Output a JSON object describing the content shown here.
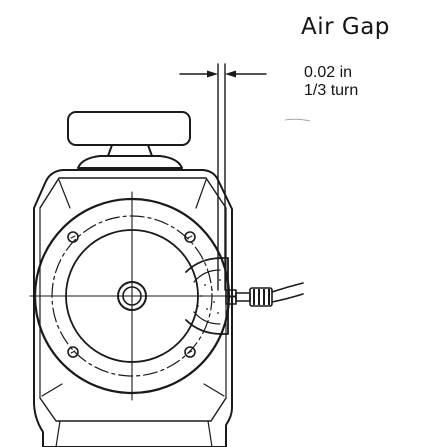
{
  "figure": {
    "title": "Air Gap",
    "gap_value": "0.02 in",
    "turn_value": "1/3 turn"
  },
  "colors": {
    "ink": "#1a1a1a",
    "background": "#ffffff"
  }
}
